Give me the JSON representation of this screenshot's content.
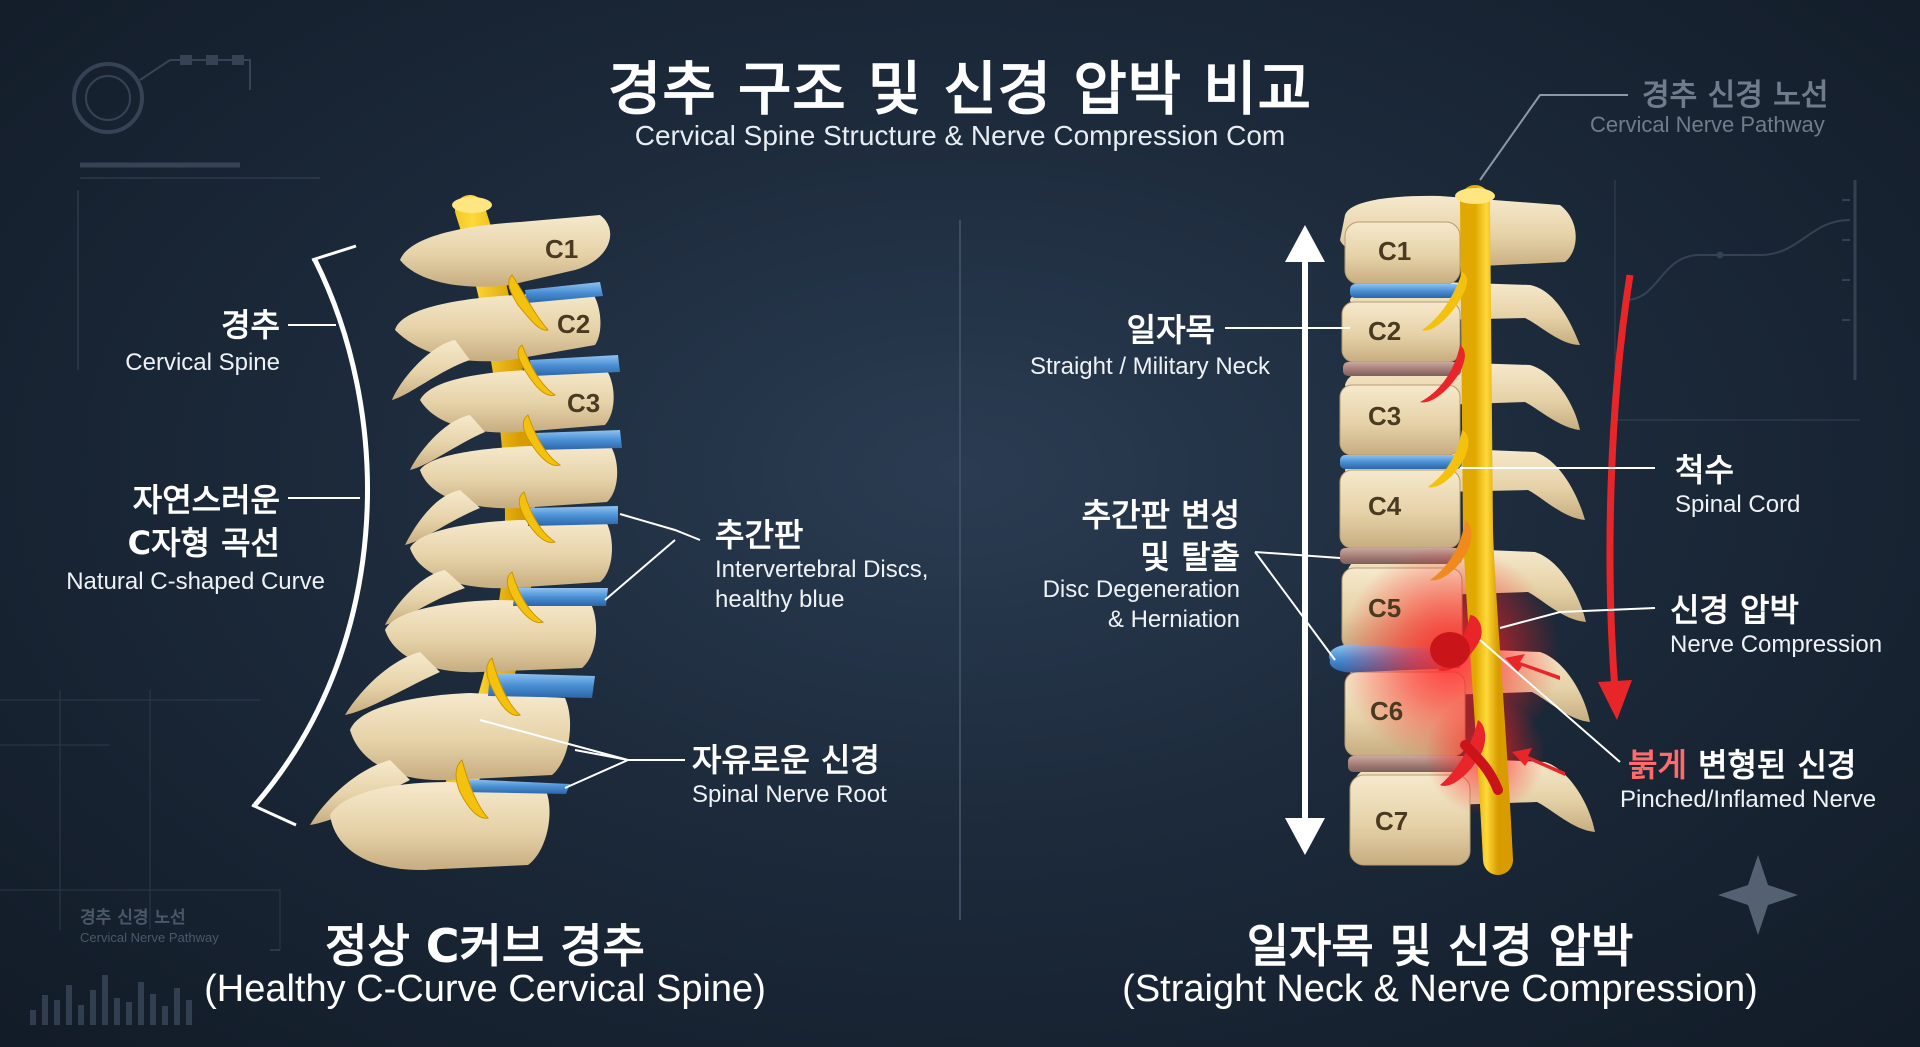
{
  "title": {
    "ko": "경추 구조 및 신경 압박 비교",
    "en": "Cervical Spine Structure & Nerve Compression Com"
  },
  "pathway_label": {
    "ko": "경추 신경 노선",
    "en": "Cervical Nerve Pathway"
  },
  "left_panel": {
    "cervical_spine": {
      "ko": "경추",
      "en": "Cervical Spine"
    },
    "curve": {
      "ko_line1": "자연스러운",
      "ko_line2": "C자형 곡선",
      "en": "Natural C-shaped Curve"
    },
    "discs": {
      "ko": "추간판",
      "en_line1": "Intervertebral Discs,",
      "en_line2": "healthy blue"
    },
    "nerve": {
      "ko": "자유로운 신경",
      "en": "Spinal Nerve Root"
    },
    "caption": {
      "ko": "정상 C커브 경추",
      "en": "(Healthy C-Curve Cervical Spine)"
    },
    "vertebrae": [
      "C1",
      "C2",
      "C3"
    ]
  },
  "right_panel": {
    "straight_neck": {
      "ko": "일자목",
      "en": "Straight / Military Neck"
    },
    "disc_degen": {
      "ko_line1": "추간판 변성",
      "ko_line2": "및 탈출",
      "en_line1": "Disc Degeneration",
      "en_line2": "& Herniation"
    },
    "spinal_cord": {
      "ko": "척수",
      "en": "Spinal Cord"
    },
    "compression": {
      "ko": "신경 압박",
      "en": "Nerve Compression"
    },
    "pinched": {
      "ko_red": "붉게",
      "ko_rest": " 변형된 신경",
      "en": "Pinched/Inflamed Nerve"
    },
    "caption": {
      "ko": "일자목 및 신경 압박",
      "en": "(Straight Neck & Nerve Compression)"
    },
    "vertebrae": [
      "C1",
      "C2",
      "C3",
      "C4",
      "C5",
      "C6",
      "C7"
    ]
  },
  "watermark": {
    "ko": "경추 신경 노선",
    "en": "Cervical Nerve Pathway"
  },
  "colors": {
    "bone": "#e8d6b0",
    "disc_healthy": "#4a8fd4",
    "nerve": "#f2c21b",
    "inflamed": "#e8262a"
  }
}
